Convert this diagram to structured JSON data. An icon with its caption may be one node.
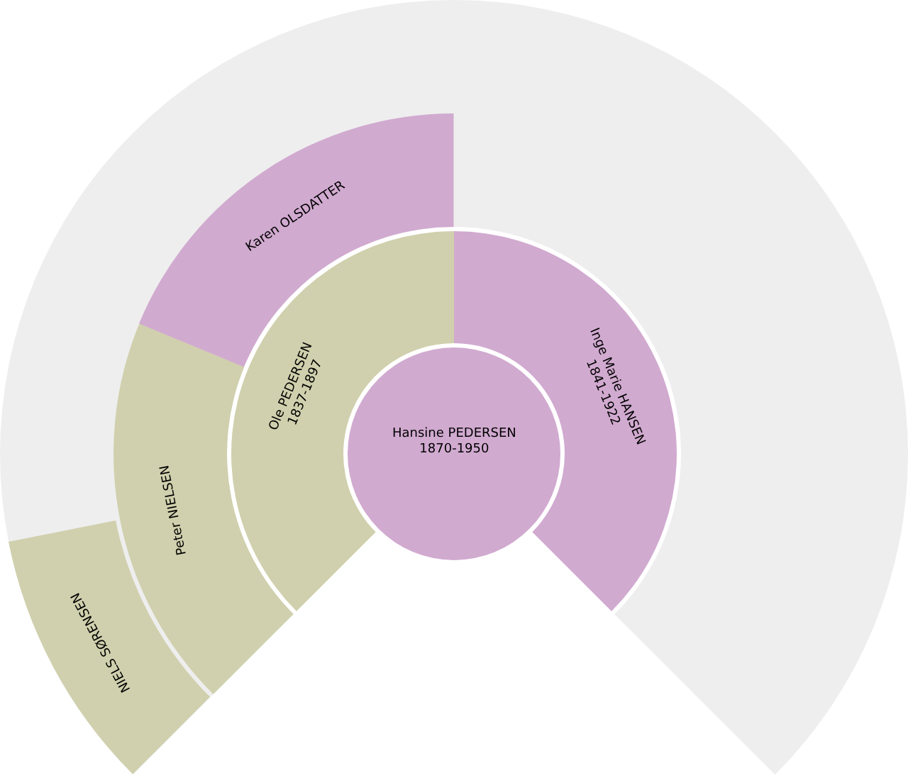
{
  "diagram": {
    "nodes": [
      {
        "text": [
          "Hansine PEDERSEN",
          "1870-1950"
        ]
      },
      {
        "text": [
          "Ole PEDERSEN",
          "1837-1897"
        ]
      },
      {
        "text": [
          "Inge Marie HANSEN",
          "1841-1922"
        ]
      },
      {
        "text": [
          "Peter NIELSEN"
        ]
      },
      {
        "text": [
          "Karen OLSDATTER"
        ]
      },
      {
        "text": [
          "NIELS SØRENSEN"
        ]
      }
    ],
    "edges": []
  }
}
